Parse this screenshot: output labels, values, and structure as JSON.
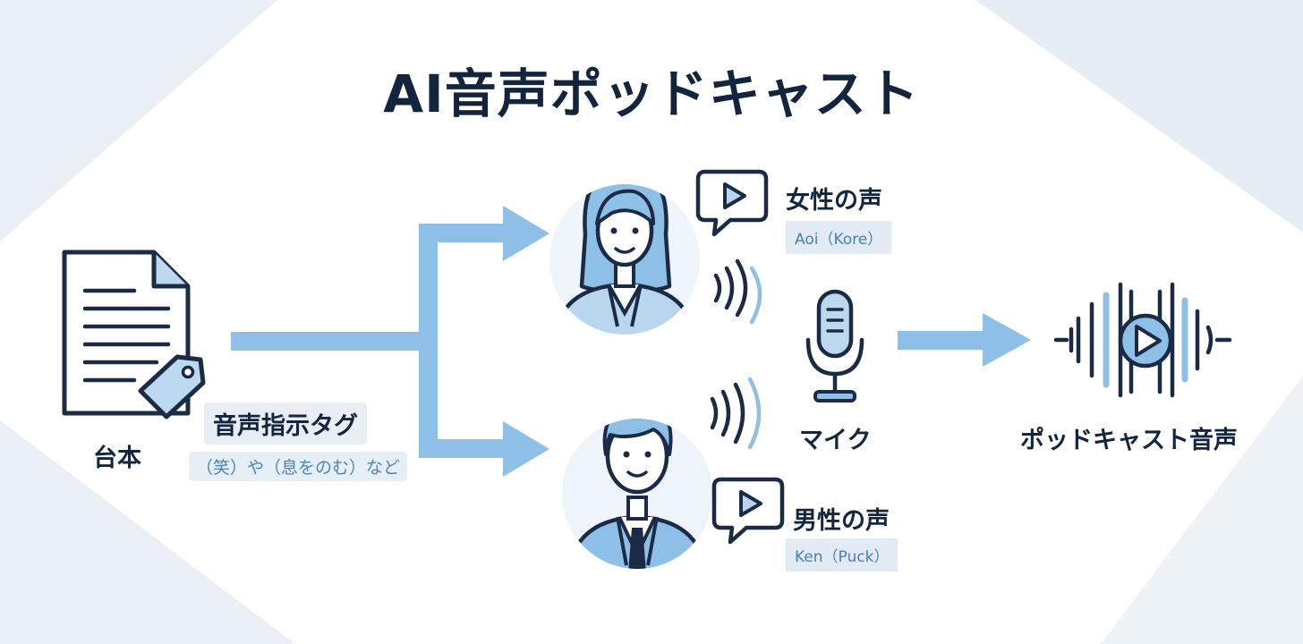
{
  "title": "AI音声ポッドキャスト",
  "script_node": {
    "label": "台本",
    "icon": "document-tag-icon"
  },
  "tags": {
    "label": "音声指示タグ",
    "examples": "（笑）や（息をのむ）など"
  },
  "female": {
    "label": "女性の声",
    "voice": "Aoi（Kore）",
    "icon": "woman-avatar-icon"
  },
  "male": {
    "label": "男性の声",
    "voice": "Ken（Puck）",
    "icon": "man-avatar-icon"
  },
  "mic": {
    "label": "マイク",
    "icon": "microphone-icon"
  },
  "output": {
    "label": "ポッドキャスト音声",
    "icon": "audio-waveform-play-icon"
  },
  "colors": {
    "navy": "#1b2b45",
    "accent_blue": "#8ebfe6",
    "light_blue": "#b9d6ef",
    "tag_bg": "#e6eef6"
  }
}
